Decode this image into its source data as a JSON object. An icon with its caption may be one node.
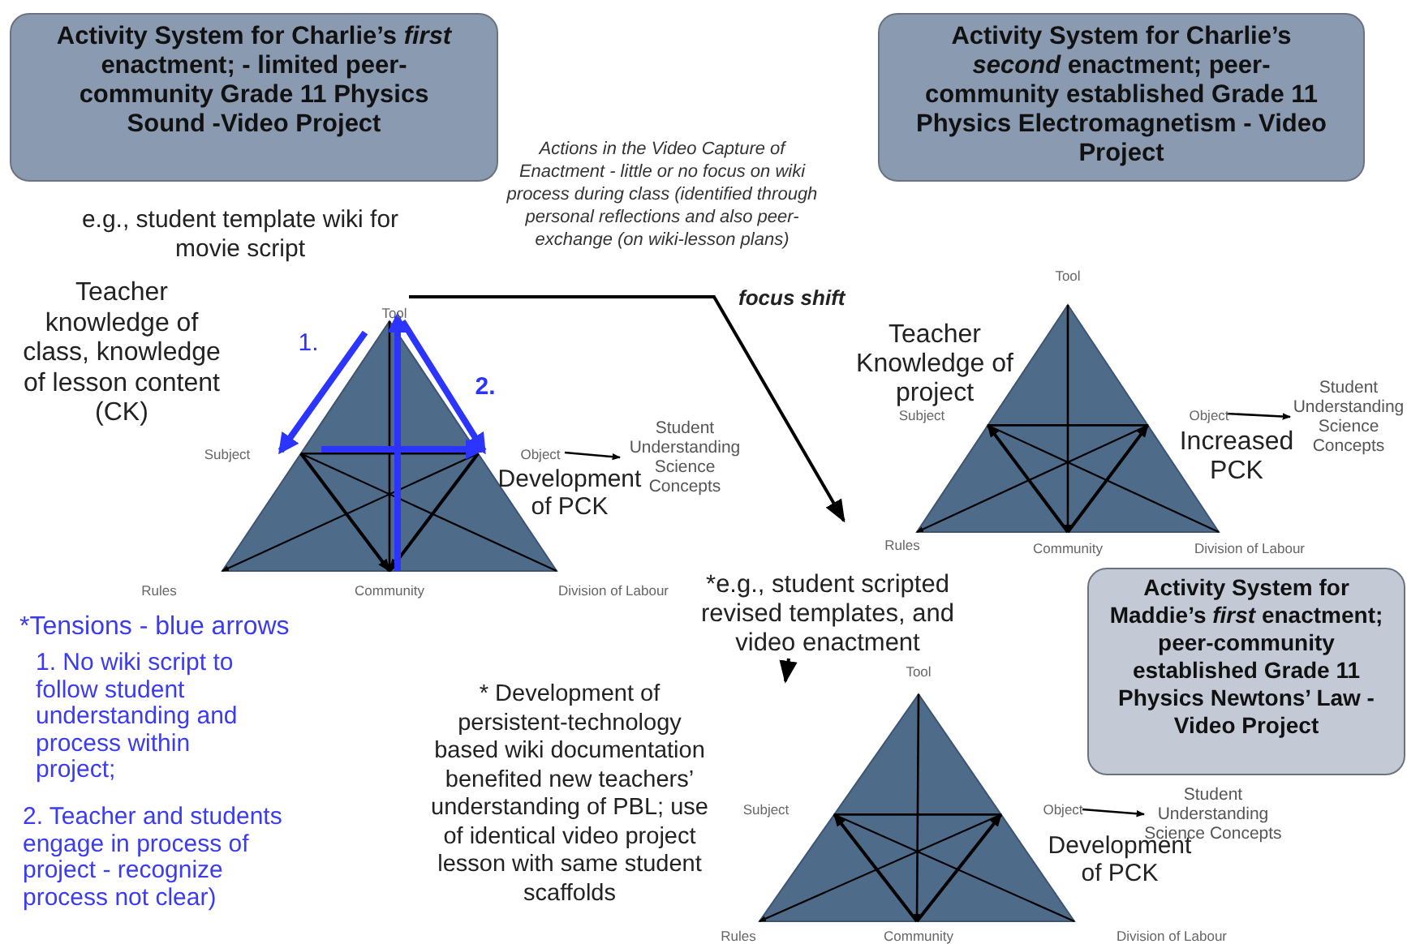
{
  "diagram": {
    "nodes": [
      {
        "text": [
          "Activity System for Charlie’s *first* enactment; - limited peer-community Grade 11 Physics Sound -Video Project"
        ]
      },
      {
        "text": [
          "Activity System for Charlie’s *second* enactment; peer-community established Grade 11 Physics Electromagnetism - Video Project"
        ]
      },
      {
        "text": [
          "Activity System for Maddie’s *first* enactment; peer-community established Grade 11 Physics Newtons’ Law - Video Project"
        ]
      },
      {
        "text": [],
        "shape": "triangle",
        "beside": [
          "Tool",
          "Subject",
          "Object",
          "Rules",
          "Community",
          "Division of Labour"
        ]
      },
      {
        "text": [],
        "shape": "triangle",
        "beside": [
          "Tool",
          "Subject",
          "Object",
          "Rules",
          "Community",
          "Division of Labour"
        ]
      },
      {
        "text": [],
        "shape": "triangle",
        "beside": [
          "Tool",
          "Subject",
          "Object",
          "Rules",
          "Community",
          "Division of Labour"
        ]
      },
      {
        "text": [
          "Student Understanding Science Concepts"
        ]
      },
      {
        "text": [
          "Student Understanding Science Concepts"
        ]
      },
      {
        "text": [
          "Student Understanding Science Concepts"
        ]
      },
      {
        "text": [
          "*e.g., student scripted revised templates, and video enactment"
        ]
      }
    ],
    "edges": [
      {
        "from": 3,
        "to": 4,
        "arrow": "to",
        "label": "focus shift"
      },
      {
        "from": 3,
        "to": 6,
        "arrow": "to"
      },
      {
        "from": 4,
        "to": 7,
        "arrow": "to"
      },
      {
        "from": 9,
        "to": 5,
        "arrow": "to"
      },
      {
        "from": 5,
        "to": 8,
        "arrow": "to"
      }
    ],
    "labels": [
      "e.g., student template wiki for movie script",
      "Teacher knowledge of class, knowledge of lesson content (CK)",
      "Actions in the Video Capture of Enactment - little or no focus on wiki process during class (identified through personal reflections and also peer-exchange (on wiki-lesson plans)",
      "1.",
      "2.",
      "Development of PCK",
      "Teacher Knowledge of project",
      "Increased PCK",
      "*Tensions - blue arrows",
      "1. No wiki script to follow student understanding and process within project;",
      "2. Teacher and students engage in process of project - recognize process not clear)",
      "* Development of persistent-technology based wiki documentation benefited new teachers’ understanding of PBL; use of identical video project lesson with same student scaffolds",
      "Development of PCK"
    ]
  }
}
